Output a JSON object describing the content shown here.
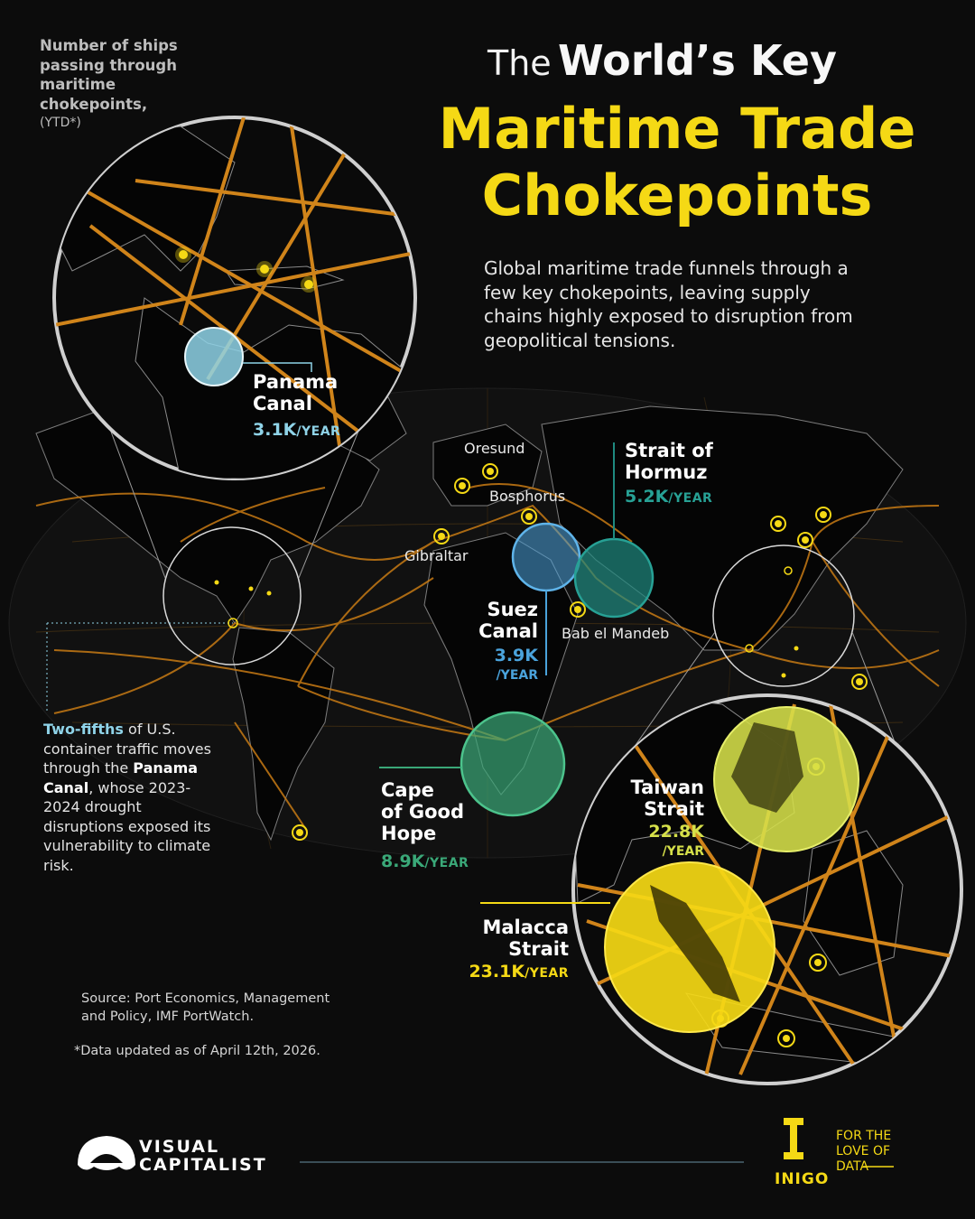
{
  "header": {
    "subtitle_label": "Number of ships passing through maritime chokepoints,",
    "subtitle_period": "(YTD*)",
    "title_prefix": "The",
    "title_strong": "World’s Key",
    "title_main_line1": "Maritime Trade",
    "title_main_line2": "Chokepoints",
    "intro": "Global maritime trade funnels through a few key chokepoints, leaving supply chains highly exposed to disruption from geopolitical tensions."
  },
  "colors": {
    "background": "#0c0c0c",
    "title_yellow": "#f5d915",
    "shipping_route": "#d98a1e",
    "panama": "#8fd3e8",
    "suez": "#4aa3dc",
    "hormuz": "#1f8a80",
    "cape": "#3aa878",
    "taiwan": "#d6e04a",
    "malacca": "#f5d915"
  },
  "chokepoints": [
    {
      "id": "panama",
      "name_line1": "Panama",
      "name_line2": "Canal",
      "value": "3.1K",
      "unit": "/YEAR",
      "ships_per_year": 3100
    },
    {
      "id": "hormuz",
      "name_line1": "Strait of",
      "name_line2": "Hormuz",
      "value": "5.2K",
      "unit": "/YEAR",
      "ships_per_year": 5200
    },
    {
      "id": "suez",
      "name_line1": "Suez",
      "name_line2": "Canal",
      "value": "3.9K",
      "unit": "/YEAR",
      "ships_per_year": 3900
    },
    {
      "id": "cape",
      "name_line1": "Cape",
      "name_line2": "of Good",
      "name_line3": "Hope",
      "value": "8.9K",
      "unit": "/YEAR",
      "ships_per_year": 8900
    },
    {
      "id": "taiwan",
      "name_line1": "Taiwan",
      "name_line2": "Strait",
      "value": "22.8K",
      "unit": "/YEAR",
      "ships_per_year": 22800
    },
    {
      "id": "malacca",
      "name_line1": "Malacca",
      "name_line2": "Strait",
      "value": "23.1K",
      "unit": "/YEAR",
      "ships_per_year": 23100
    }
  ],
  "ports": {
    "oresund": "Oresund",
    "bosphorus": "Bosphorus",
    "gibraltar": "Gibraltar",
    "bab_el_mandeb": "Bab el Mandeb"
  },
  "note": {
    "highlight": "Two-fifths",
    "text1": " of U.S. container traffic moves through the ",
    "bold": "Panama Canal",
    "text2": ", whose 2023-2024 drought disruptions exposed its vulnerability to climate risk."
  },
  "footer": {
    "source": "Source: Port Economics, Management and Policy, IMF PortWatch.",
    "updated": "*Data updated as of April 12th, 2026.",
    "brand_line1": "VISUAL",
    "brand_line2": "CAPITALIST",
    "partner": "INIGO",
    "partner_tagline_1": "FOR THE",
    "partner_tagline_2": "LOVE OF",
    "partner_tagline_3": "DATA"
  }
}
